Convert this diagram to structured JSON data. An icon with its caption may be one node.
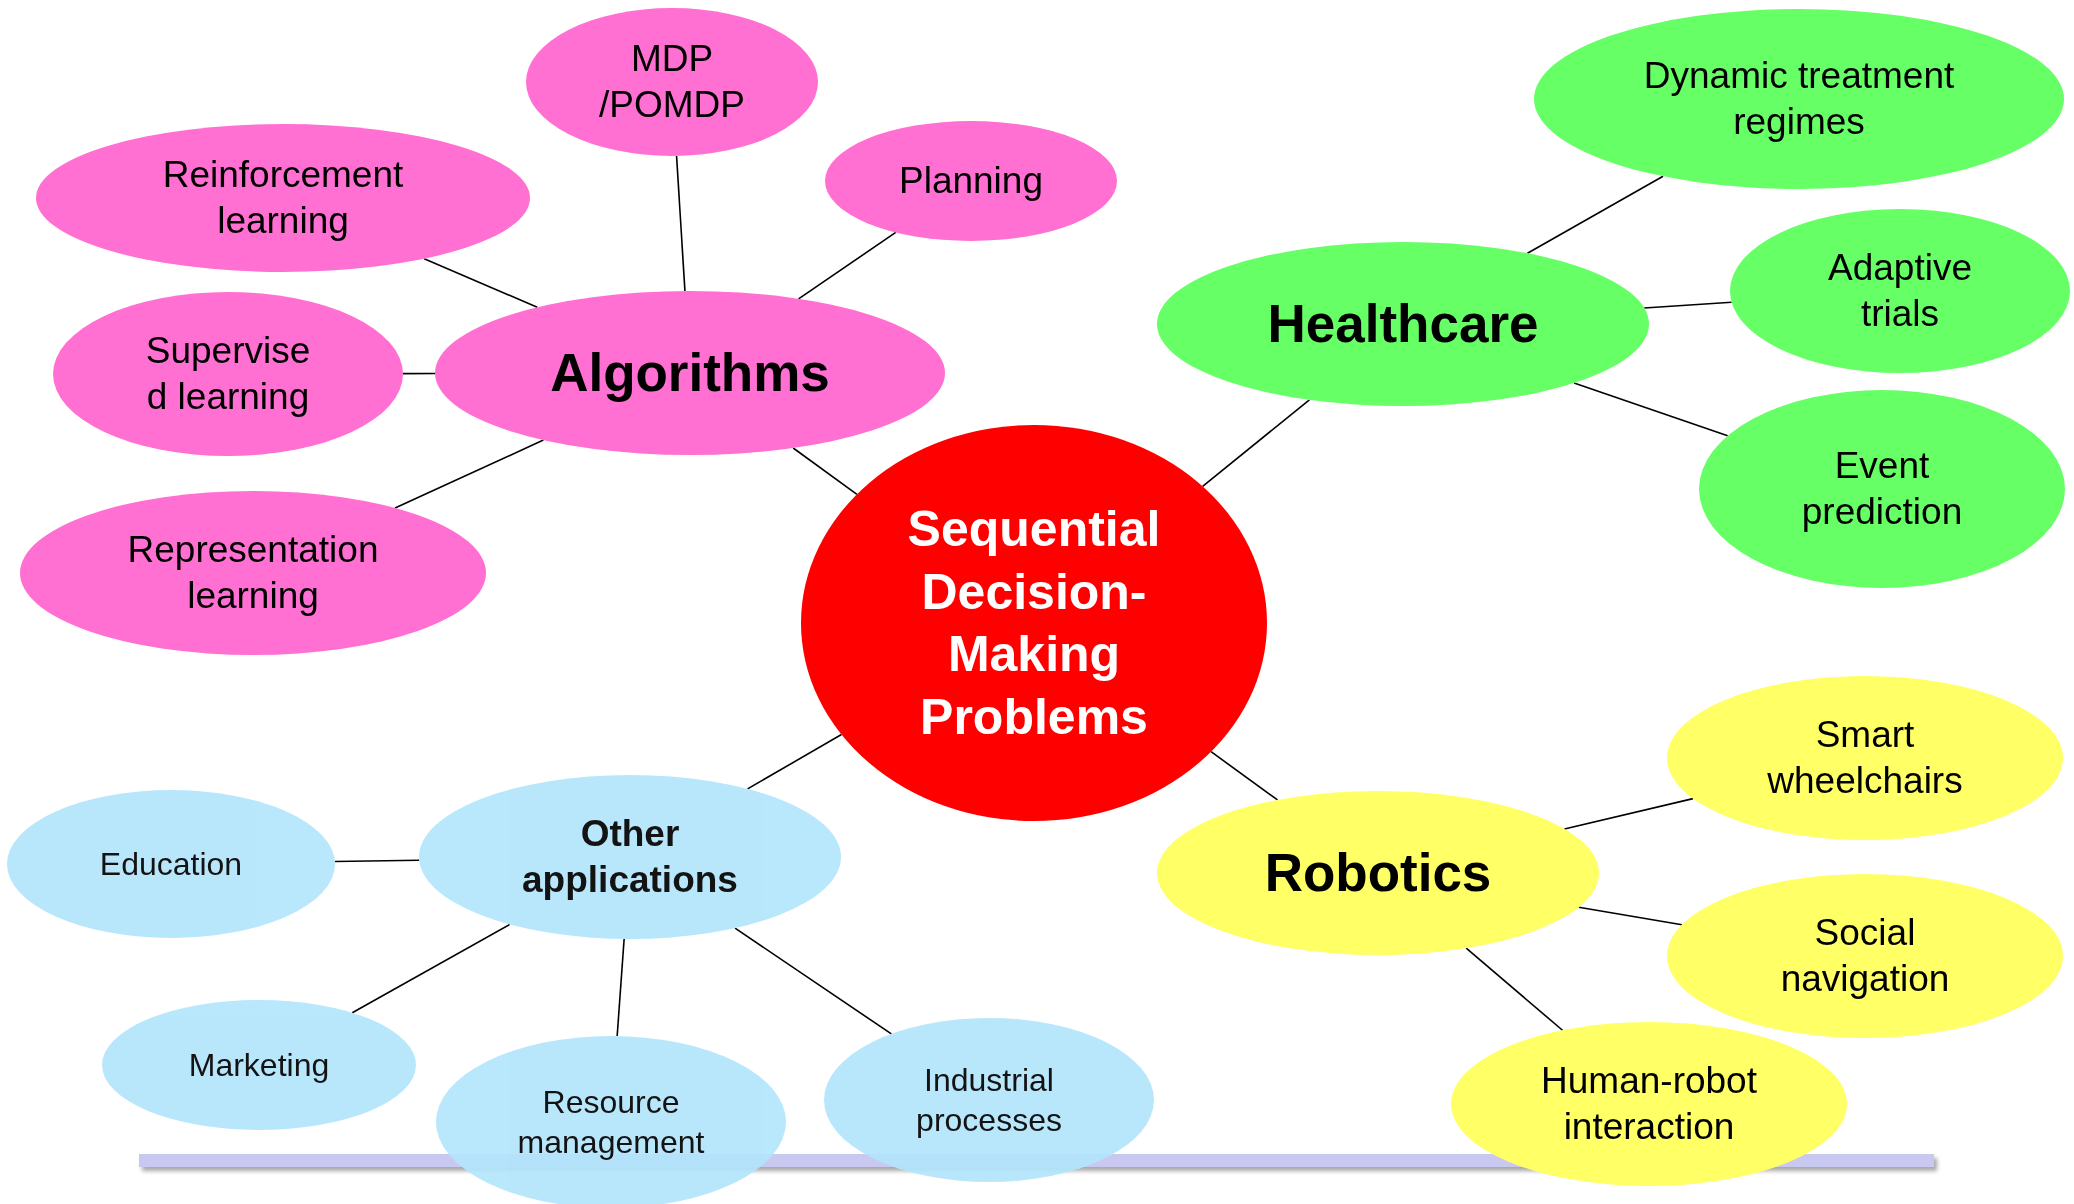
{
  "diagram": {
    "nodes": [
      {
        "text": [
          "Sequential Decision- Making Problems"
        ]
      },
      {
        "text": [
          "Algorithms"
        ]
      },
      {
        "text": [
          "MDP /POMDP"
        ]
      },
      {
        "text": [
          "Reinforcement learning"
        ]
      },
      {
        "text": [
          "Planning"
        ]
      },
      {
        "text": [
          "Supervise d learning"
        ]
      },
      {
        "text": [
          "Representation learning"
        ]
      },
      {
        "text": [
          "Healthcare"
        ]
      },
      {
        "text": [
          "Dynamic treatment regimes"
        ]
      },
      {
        "text": [
          "Adaptive trials"
        ]
      },
      {
        "text": [
          "Event prediction"
        ]
      },
      {
        "text": [
          "Robotics"
        ]
      },
      {
        "text": [
          "Smart wheelchairs"
        ]
      },
      {
        "text": [
          "Social navigation"
        ]
      },
      {
        "text": [
          "Human-robot interaction"
        ]
      },
      {
        "text": [
          "Other applications"
        ]
      },
      {
        "text": [
          "Education"
        ]
      },
      {
        "text": [
          "Marketing"
        ]
      },
      {
        "text": [
          "Resource management"
        ]
      },
      {
        "text": [
          "Industrial processes"
        ]
      }
    ],
    "edges": [
      {
        "from": 0,
        "to": 1,
        "arrow": "none"
      },
      {
        "from": 0,
        "to": 7,
        "arrow": "none"
      },
      {
        "from": 0,
        "to": 11,
        "arrow": "none"
      },
      {
        "from": 0,
        "to": 15,
        "arrow": "none"
      },
      {
        "from": 1,
        "to": 2,
        "arrow": "none"
      },
      {
        "from": 1,
        "to": 3,
        "arrow": "none"
      },
      {
        "from": 1,
        "to": 4,
        "arrow": "none"
      },
      {
        "from": 1,
        "to": 5,
        "arrow": "none"
      },
      {
        "from": 1,
        "to": 6,
        "arrow": "none"
      },
      {
        "from": 7,
        "to": 8,
        "arrow": "none"
      },
      {
        "from": 7,
        "to": 9,
        "arrow": "none"
      },
      {
        "from": 7,
        "to": 10,
        "arrow": "none"
      },
      {
        "from": 11,
        "to": 12,
        "arrow": "none"
      },
      {
        "from": 11,
        "to": 13,
        "arrow": "none"
      },
      {
        "from": 11,
        "to": 14,
        "arrow": "none"
      },
      {
        "from": 15,
        "to": 16,
        "arrow": "none"
      },
      {
        "from": 15,
        "to": 17,
        "arrow": "none"
      },
      {
        "from": 15,
        "to": 18,
        "arrow": "none"
      },
      {
        "from": 15,
        "to": 19,
        "arrow": "none"
      }
    ]
  }
}
